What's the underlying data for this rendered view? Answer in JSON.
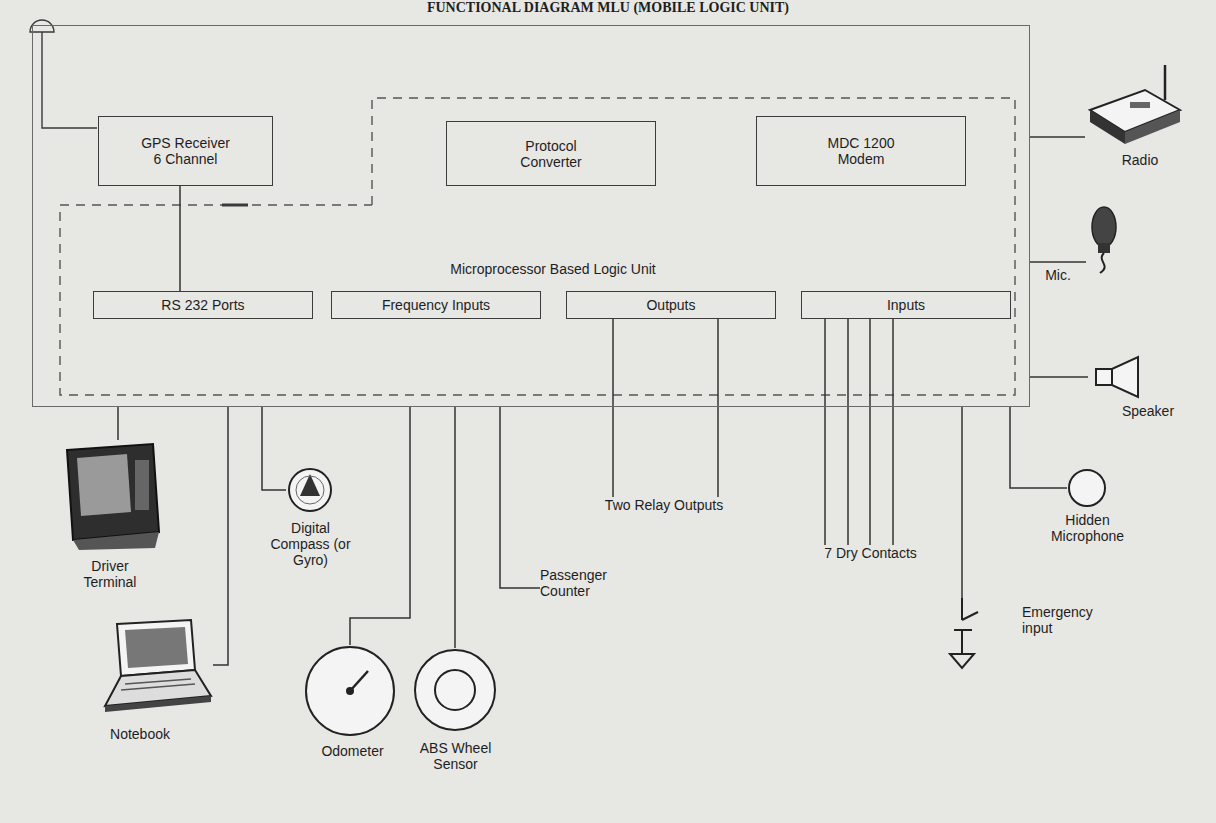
{
  "diagram": {
    "title": "FUNCTIONAL DIAGRAM MLU (MOBILE LOGIC UNIT)",
    "nodes": [
      {
        "text": [
          "Microprocessor Based Logic Unit"
        ]
      },
      {
        "text": [
          "GPS Receiver 6 Channel"
        ],
        "in": 0
      },
      {
        "text": [
          "Protocol Converter"
        ],
        "in": 0
      },
      {
        "text": [
          "MDC 1200 Modem"
        ],
        "in": 0
      },
      {
        "text": [
          "RS 232 Ports"
        ],
        "in": 0
      },
      {
        "text": [
          "Frequency Inputs"
        ],
        "in": 0
      },
      {
        "text": [
          "Outputs"
        ],
        "in": 0
      },
      {
        "text": [
          "Inputs"
        ],
        "in": 0
      },
      {
        "text": [
          "Radio"
        ]
      },
      {
        "text": [
          "Mic."
        ]
      },
      {
        "text": [
          "Speaker"
        ]
      },
      {
        "text": [
          "Driver Terminal"
        ]
      },
      {
        "text": [
          "Notebook"
        ]
      },
      {
        "text": [
          "Digital Compass (or Gyro)"
        ]
      },
      {
        "text": [
          "Odometer"
        ]
      },
      {
        "text": [
          "ABS Wheel Sensor"
        ]
      },
      {
        "text": [
          "Passenger Counter"
        ]
      },
      {
        "text": [
          "Two Relay Outputs"
        ]
      },
      {
        "text": [
          "7 Dry Contacts"
        ]
      },
      {
        "text": [
          "Emergency input"
        ]
      },
      {
        "text": [
          "Hidden Microphone"
        ]
      }
    ],
    "edges": [
      {
        "from": 1,
        "to": 4,
        "arrow": "none"
      },
      {
        "from": 0,
        "to": 8,
        "arrow": "none"
      },
      {
        "from": 0,
        "to": 9,
        "arrow": "none"
      },
      {
        "from": 0,
        "to": 10,
        "arrow": "none"
      },
      {
        "from": 0,
        "to": 11,
        "arrow": "none"
      },
      {
        "from": 0,
        "to": 12,
        "arrow": "none"
      },
      {
        "from": 0,
        "to": 13,
        "arrow": "none"
      },
      {
        "from": 0,
        "to": 14,
        "arrow": "none"
      },
      {
        "from": 0,
        "to": 15,
        "arrow": "none"
      },
      {
        "from": 0,
        "to": 16,
        "arrow": "none"
      },
      {
        "from": 6,
        "to": 17,
        "arrow": "none"
      },
      {
        "from": 6,
        "to": 17,
        "arrow": "none"
      },
      {
        "from": 7,
        "to": 18,
        "arrow": "none"
      },
      {
        "from": 7,
        "to": 18,
        "arrow": "none"
      },
      {
        "from": 7,
        "to": 18,
        "arrow": "none"
      },
      {
        "from": 7,
        "to": 18,
        "arrow": "none"
      },
      {
        "from": 0,
        "to": 19,
        "arrow": "none"
      },
      {
        "from": 0,
        "to": 20,
        "arrow": "none"
      }
    ]
  }
}
